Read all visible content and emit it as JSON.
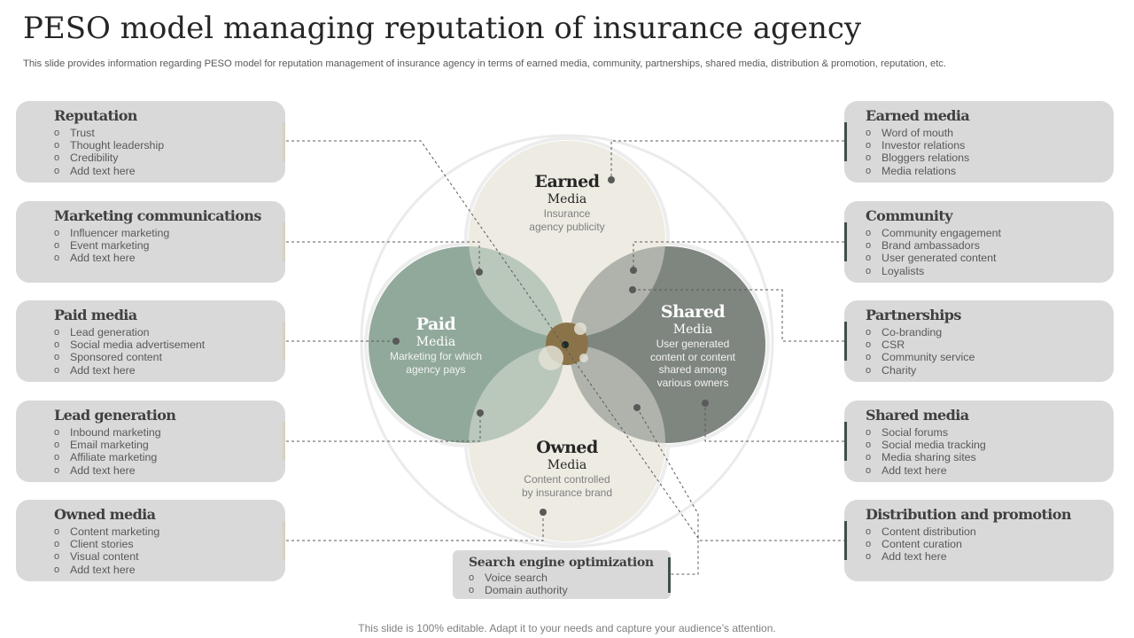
{
  "title": "PESO model managing reputation of insurance agency",
  "subtitle": "This slide provides information regarding PESO model for reputation management of insurance agency in terms of earned media, community, partnerships, shared media, distribution & promotion, reputation, etc.",
  "footer": "This slide is 100% editable. Adapt it to your needs and capture your audience’s attention.",
  "colors": {
    "earned_fill": "#edebe2",
    "owned_fill": "#edebe2",
    "paid_fill": "#91a99b",
    "shared_fill": "#7f8680",
    "center_fill": "#8b7349",
    "card_fill": "#d9d9d9",
    "accent_dark": "#3f4f49"
  },
  "venn": {
    "earned": {
      "title": "Earned",
      "sub": "Media",
      "desc1": "Insurance",
      "desc2": "agency publicity"
    },
    "paid": {
      "title": "Paid",
      "sub": "Media",
      "desc1": "Marketing for which",
      "desc2": "agency pays"
    },
    "shared": {
      "title": "Shared",
      "sub": "Media",
      "desc1": "User generated",
      "desc2": "content or content",
      "desc3": "shared among",
      "desc4": "various owners"
    },
    "owned": {
      "title": "Owned",
      "sub": "Media",
      "desc1": "Content controlled",
      "desc2": "by insurance brand"
    }
  },
  "left_cards": [
    {
      "title": "Reputation",
      "items": [
        "Trust",
        "Thought leadership",
        "Credibility",
        "Add text here"
      ]
    },
    {
      "title": "Marketing communications",
      "items": [
        "Influencer marketing",
        "Event marketing",
        "Add text here"
      ]
    },
    {
      "title": "Paid media",
      "items": [
        "Lead generation",
        "Social media advertisement",
        "Sponsored content",
        "Add text here"
      ]
    },
    {
      "title": "Lead generation",
      "items": [
        "Inbound marketing",
        "Email marketing",
        "Affiliate marketing",
        "Add text here"
      ]
    },
    {
      "title": "Owned media",
      "items": [
        "Content marketing",
        "Client stories",
        "Visual content",
        "Add text here"
      ]
    }
  ],
  "right_cards": [
    {
      "title": "Earned media",
      "items": [
        "Word of mouth",
        "Investor relations",
        "Bloggers relations",
        "Media relations"
      ]
    },
    {
      "title": "Community",
      "items": [
        "Community engagement",
        "Brand ambassadors",
        "User generated content",
        "Loyalists"
      ]
    },
    {
      "title": "Partnerships",
      "items": [
        "Co-branding",
        "CSR",
        "Community service",
        "Charity"
      ]
    },
    {
      "title": "Shared media",
      "items": [
        "Social forums",
        "Social media tracking",
        "Media sharing sites",
        "Add text here"
      ]
    },
    {
      "title": "Distribution and promotion",
      "items": [
        "Content distribution",
        "Content curation",
        "Add text here"
      ]
    }
  ],
  "seo": {
    "title": "Search engine optimization",
    "items": [
      "Voice search",
      "Domain authority"
    ]
  }
}
